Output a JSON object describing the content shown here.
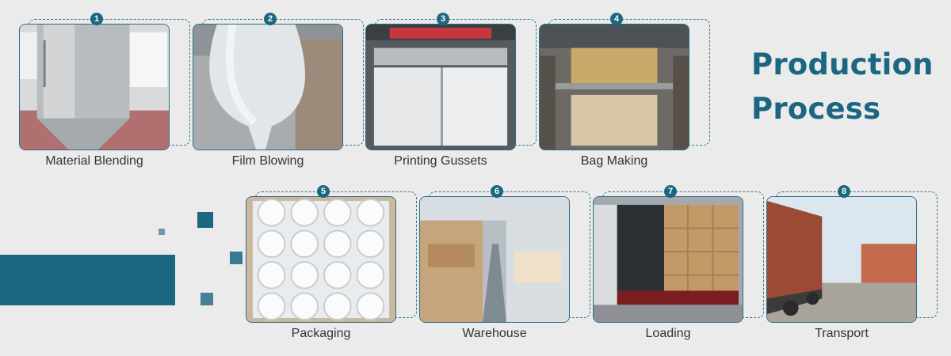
{
  "title": {
    "line1": "Production",
    "line2": "Process"
  },
  "steps": [
    {
      "number": "1",
      "label": "Material Blending"
    },
    {
      "number": "2",
      "label": "Film Blowing"
    },
    {
      "number": "3",
      "label": "Printing Gussets"
    },
    {
      "number": "4",
      "label": "Bag Making"
    },
    {
      "number": "5",
      "label": "Packaging"
    },
    {
      "number": "6",
      "label": "Warehouse"
    },
    {
      "number": "7",
      "label": "Loading"
    },
    {
      "number": "8",
      "label": "Transport"
    }
  ],
  "colors": {
    "accent": "#1b6680",
    "background": "#ebebeb",
    "label_text": "#333333"
  }
}
